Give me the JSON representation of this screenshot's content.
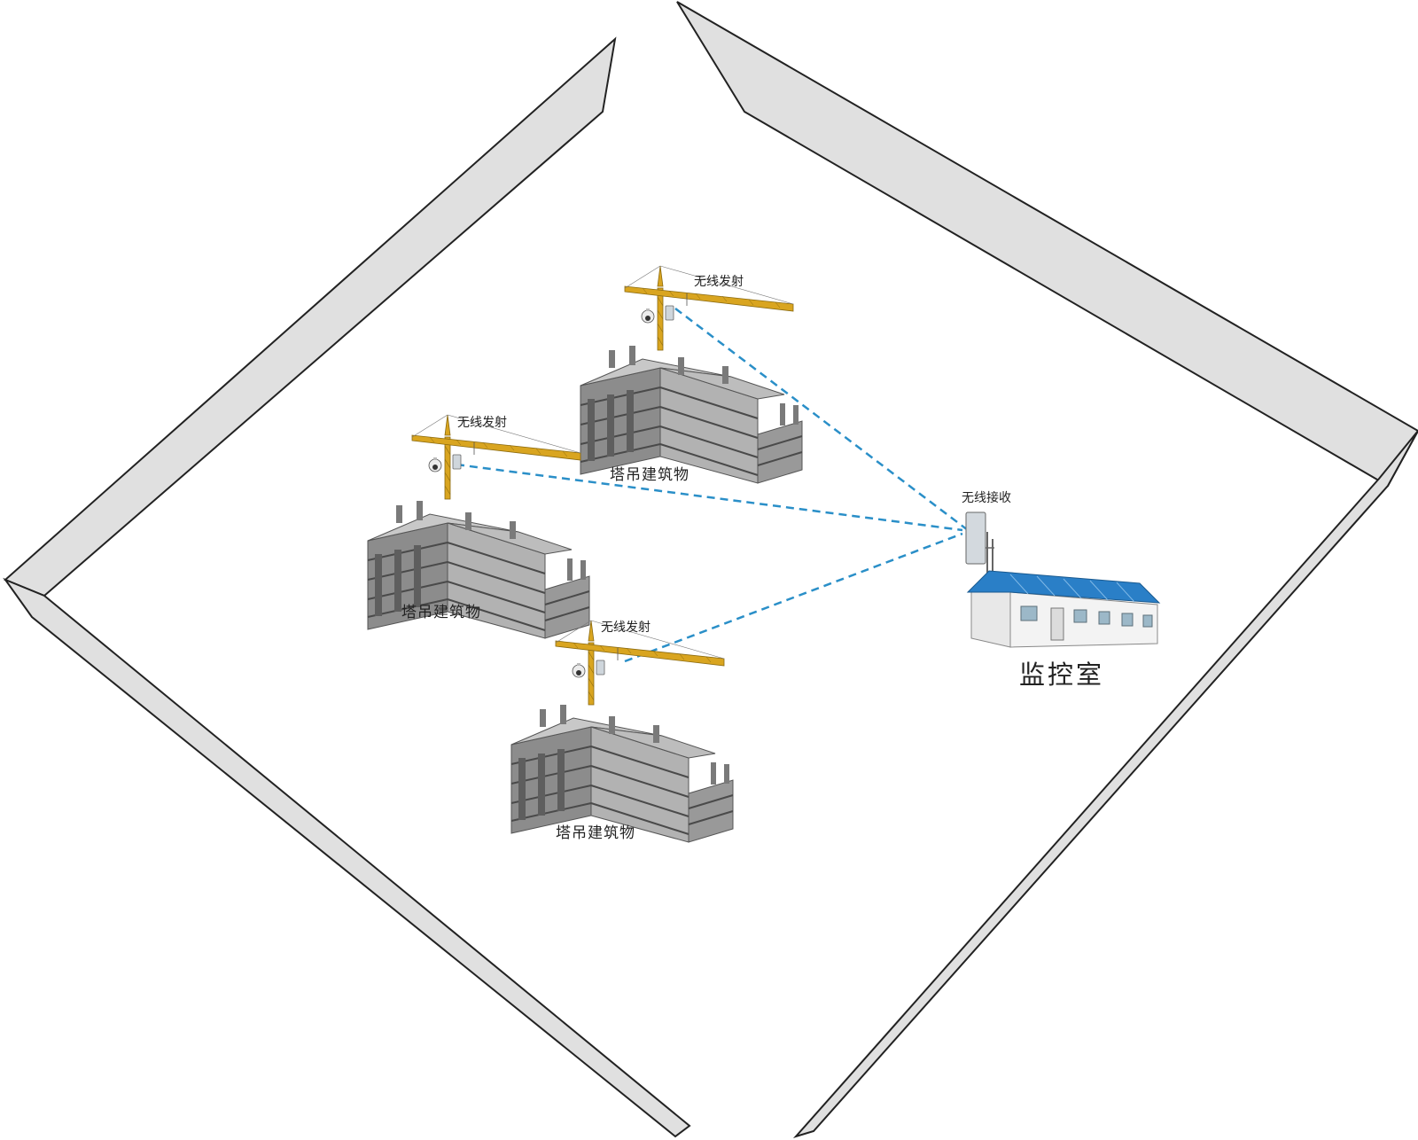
{
  "labels": {
    "transmitter": "无线发射",
    "receiver": "无线接收",
    "building": "塔吊建筑物",
    "monitor_room": "监控室"
  },
  "colors": {
    "wall_fill": "#e0e0e0",
    "wall_stroke": "#222222",
    "link_line": "#2a8fc8",
    "crane": "#d9a520",
    "building": "#9a9a9a",
    "room_roof": "#2a7fc7",
    "room_wall": "#f3f3f3"
  },
  "icons": [
    "crane-icon",
    "camera-icon",
    "antenna-icon",
    "building-icon",
    "monitor-room-icon"
  ]
}
